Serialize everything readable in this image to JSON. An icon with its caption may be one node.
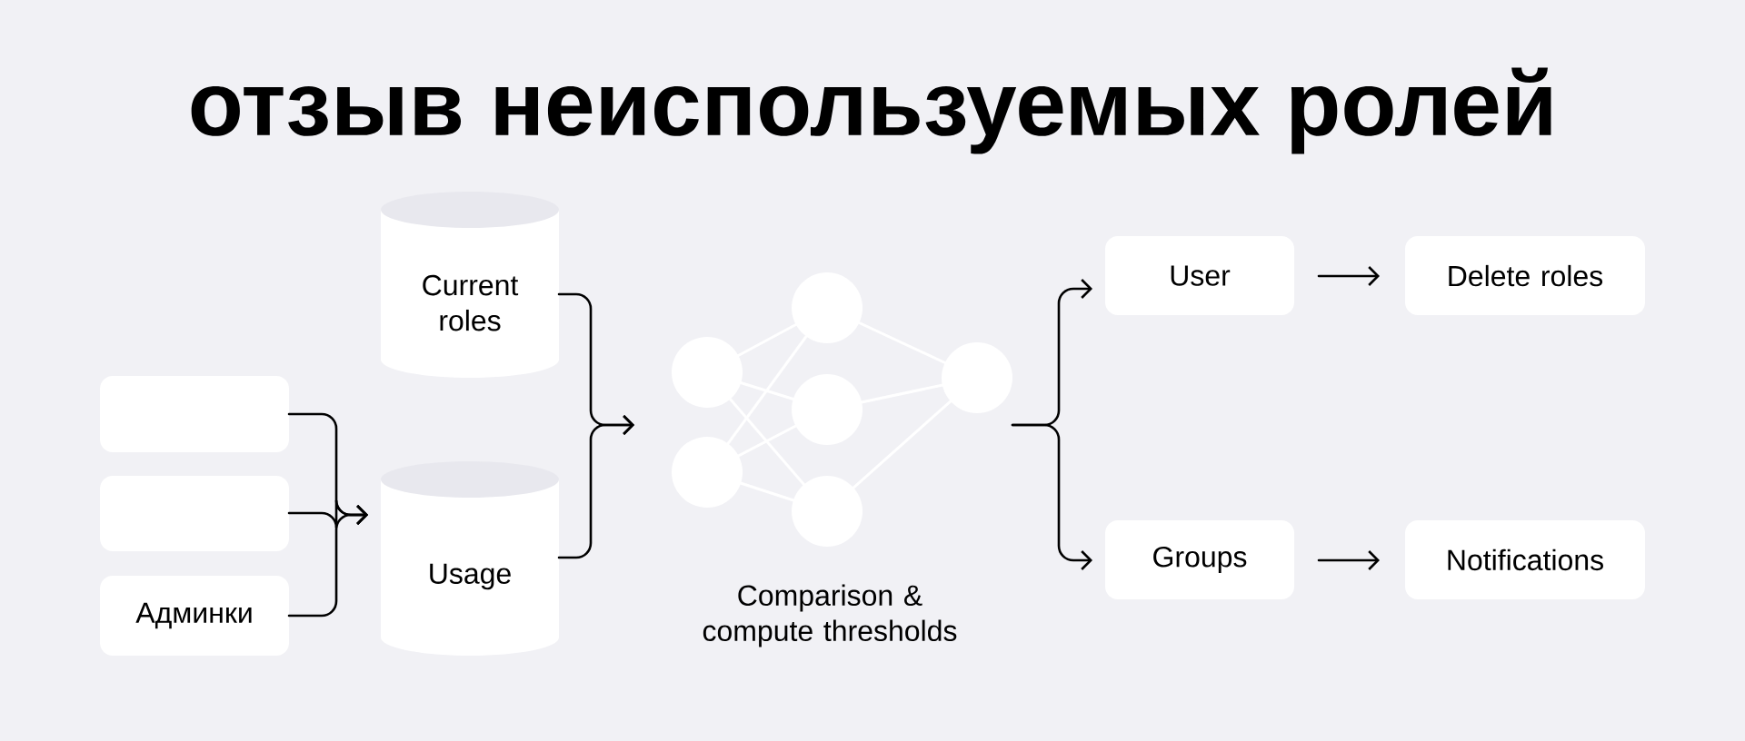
{
  "diagram": {
    "title": "отзыв неиспользуемых ролей",
    "nodes": [
      {
        "text": [],
        "shape": "box"
      },
      {
        "text": [],
        "shape": "box"
      },
      {
        "text": [
          "Админки"
        ]
      },
      {
        "text": [
          "Current roles"
        ]
      },
      {
        "text": [
          "Usage"
        ]
      },
      {
        "text": [],
        "shape": "picture",
        "beside": [
          "Comparison & compute thresholds"
        ]
      },
      {
        "text": [
          "User"
        ]
      },
      {
        "text": [
          "Delete roles"
        ]
      },
      {
        "text": [
          "Groups"
        ]
      },
      {
        "text": [
          "Notifications"
        ]
      }
    ],
    "edges": [
      {
        "from": 0,
        "to": 4,
        "arrow": "to"
      },
      {
        "from": 1,
        "to": 4,
        "arrow": "to"
      },
      {
        "from": 2,
        "to": 4,
        "arrow": "to"
      },
      {
        "from": 3,
        "to": 5,
        "arrow": "to"
      },
      {
        "from": 4,
        "to": 5,
        "arrow": "to"
      },
      {
        "from": 5,
        "to": 6,
        "arrow": "to"
      },
      {
        "from": 5,
        "to": 8,
        "arrow": "to"
      },
      {
        "from": 6,
        "to": 7,
        "arrow": "to"
      },
      {
        "from": 8,
        "to": 9,
        "arrow": "to"
      }
    ]
  }
}
